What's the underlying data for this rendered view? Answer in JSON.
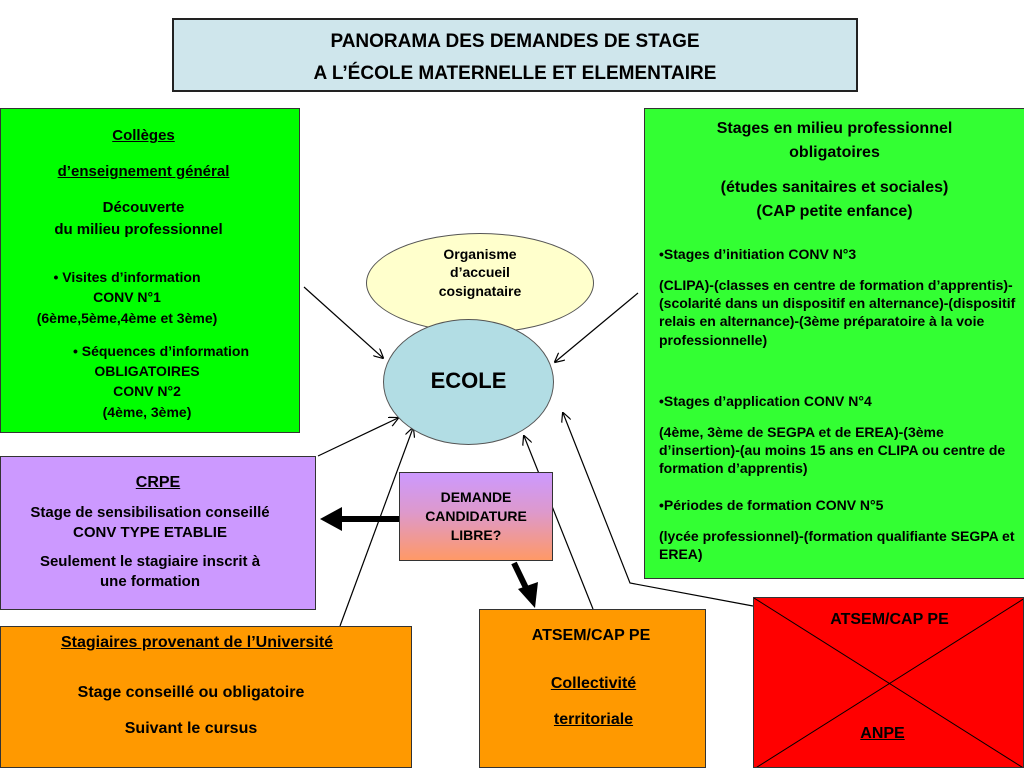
{
  "title": {
    "line1": "PANORAMA DES DEMANDES DE STAGE",
    "line2": "A L’ÉCOLE MATERNELLE ET ELEMENTAIRE"
  },
  "colleges": {
    "heading1": "Collèges",
    "heading2": "d’enseignement général",
    "subtitle1": "Découverte",
    "subtitle2": "du milieu professionnel",
    "item1_line1": "• Visites d’information",
    "item1_line2": "CONV N°1",
    "item1_line3": "(6ème,5ème,4ème et 3ème)",
    "item2_line1": "• Séquences d’information",
    "item2_line2": "OBLIGATOIRES",
    "item2_line3": "CONV N°2",
    "item2_line4": "(4ème, 3ème)"
  },
  "organisme": {
    "line1": "Organisme",
    "line2": "d’accueil",
    "line3": "cosignataire"
  },
  "ecole": {
    "label": "ECOLE"
  },
  "stages_pro": {
    "heading1": "Stages en milieu professionnel",
    "heading2": "obligatoires",
    "heading3": "(études sanitaires et sociales)",
    "heading4": "(CAP petite enfance)",
    "p1": "•Stages d’initiation CONV N°3",
    "p2": "(CLIPA)-(classes en centre de formation d’apprentis)-(scolarité dans un dispositif en alternance)-(dispositif relais en alternance)-(3ème préparatoire à la voie professionnelle)",
    "p3": "•Stages d’application CONV N°4",
    "p4": "(4ème, 3ème de SEGPA et de EREA)-(3ème d’insertion)-(au moins 15 ans en CLIPA ou centre de formation d’apprentis)",
    "p5": "•Périodes de formation CONV N°5",
    "p6": "(lycée professionnel)-(formation qualifiante SEGPA et EREA)"
  },
  "crpe": {
    "heading": "CRPE",
    "line1": "Stage de sensibilisation conseillé",
    "line2": "CONV TYPE ETABLIE",
    "line3": "Seulement le stagiaire inscrit à",
    "line4": "une formation"
  },
  "candidature": {
    "line1": "DEMANDE",
    "line2": "CANDIDATURE",
    "line3": "LIBRE?"
  },
  "universite": {
    "heading": "Stagiaires provenant de l’Université",
    "line1": "Stage conseillé ou obligatoire",
    "line2": "Suivant le cursus"
  },
  "atsem_collectivite": {
    "line1": "ATSEM/CAP PE",
    "line2": "Collectivité",
    "line3": "territoriale"
  },
  "atsem_anpe": {
    "line1": "ATSEM/CAP PE",
    "line2": "ANPE"
  },
  "colors": {
    "title_bg": "#cfe6ec",
    "colleges_bg": "#00ff00",
    "stages_bg": "#33ff33",
    "crpe_bg": "#cc99ff",
    "orange_bg": "#ff9900",
    "anpe_bg": "#ff0000",
    "organisme_bg": "#ffffcc",
    "ecole_bg": "#b2dde4"
  }
}
